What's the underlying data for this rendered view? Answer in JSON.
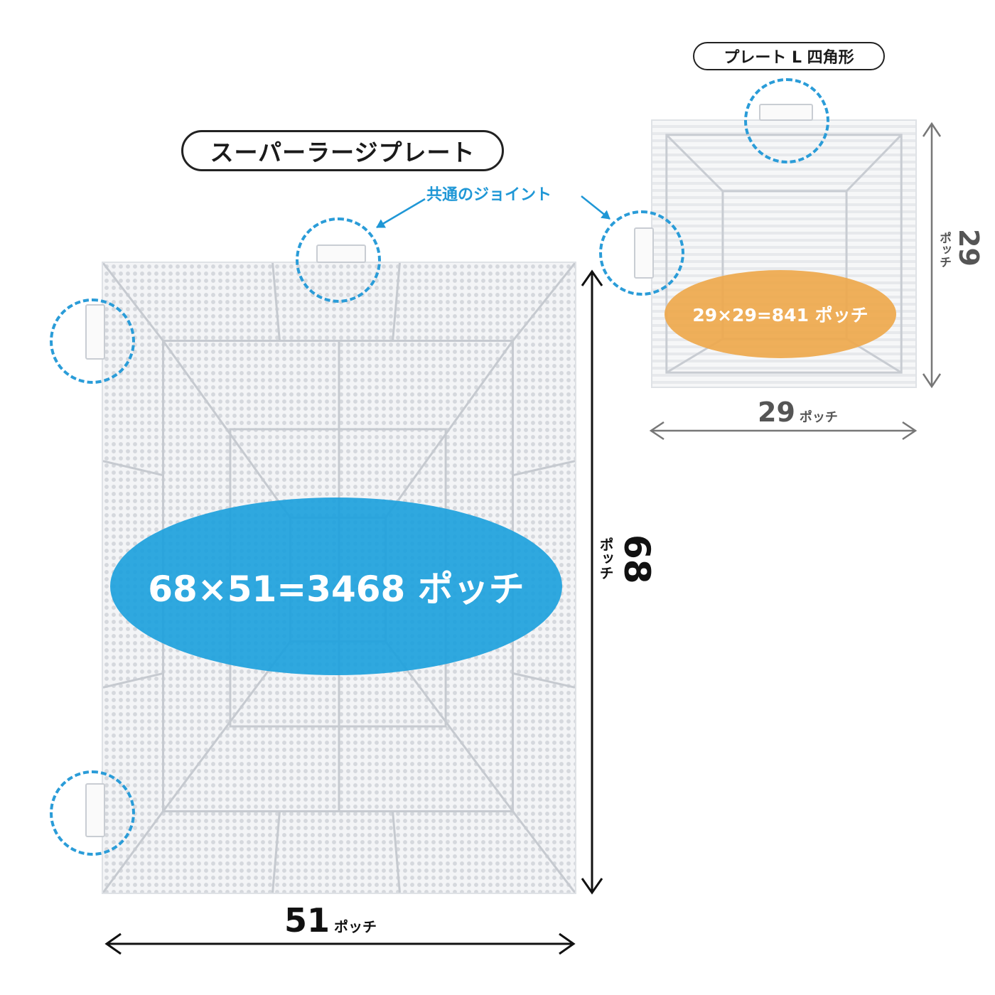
{
  "titles": {
    "super_large_plate": "スーパーラージプレート",
    "plate_l_square": "プレート L 四角形"
  },
  "joint_label": "共通のジョイント",
  "super_large_plate": {
    "formula": "68×51=3468 ポッチ",
    "width_value": "51",
    "height_value": "68",
    "unit": "ポッチ"
  },
  "plate_l_square": {
    "formula": "29×29=841 ポッチ",
    "width_value": "29",
    "height_value": "29",
    "unit": "ポッチ"
  },
  "colors": {
    "accent_blue": "#1aa0dd",
    "accent_orange": "#eea84c",
    "dashed_circle": "#2a9cd8"
  }
}
